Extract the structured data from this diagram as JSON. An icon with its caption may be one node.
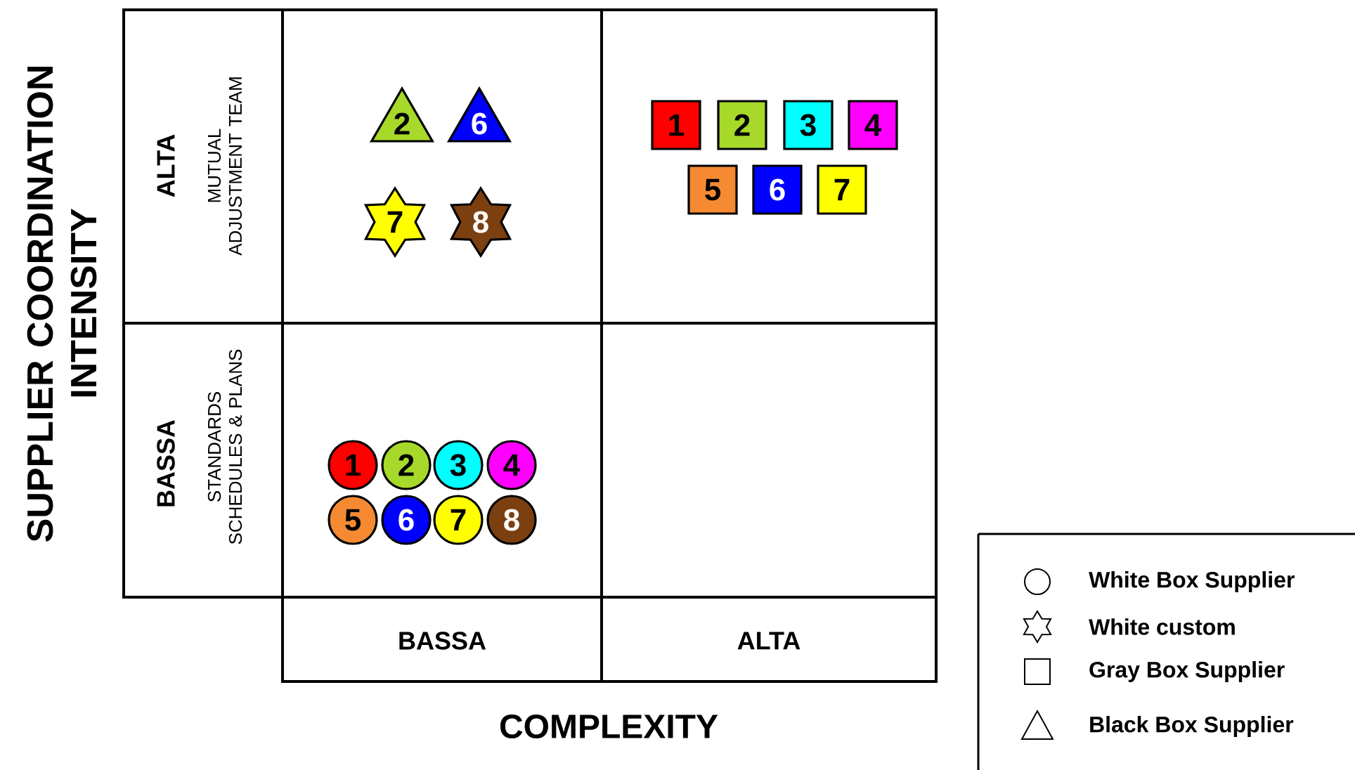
{
  "diagram": {
    "nodes": [
      {
        "text": [],
        "shape": "box"
      },
      {
        "text": [],
        "shape": "box"
      },
      {
        "text": [],
        "shape": "box"
      },
      {
        "text": [],
        "shape": "box"
      },
      {
        "text": [
          "2"
        ],
        "in": 0
      },
      {
        "text": [
          "6"
        ],
        "in": 0
      },
      {
        "text": [
          "7"
        ],
        "in": 0
      },
      {
        "text": [
          "8"
        ],
        "in": 0
      },
      {
        "text": [
          "1"
        ],
        "in": 1
      },
      {
        "text": [
          "2"
        ],
        "in": 1
      },
      {
        "text": [
          "3"
        ],
        "in": 1
      },
      {
        "text": [
          "4"
        ],
        "in": 1
      },
      {
        "text": [
          "5"
        ],
        "in": 1
      },
      {
        "text": [
          "6"
        ],
        "in": 1
      },
      {
        "text": [
          "7"
        ],
        "in": 1
      },
      {
        "text": [
          "1"
        ],
        "in": 2
      },
      {
        "text": [
          "2"
        ],
        "in": 2
      },
      {
        "text": [
          "3"
        ],
        "in": 2
      },
      {
        "text": [
          "4"
        ],
        "in": 2
      },
      {
        "text": [
          "5"
        ],
        "in": 2
      },
      {
        "text": [
          "6"
        ],
        "in": 2
      },
      {
        "text": [
          "7"
        ],
        "in": 2
      },
      {
        "text": [
          "8"
        ],
        "in": 2
      }
    ],
    "labels": [
      "SUPPLIER COORDINATION INTENSITY",
      "ALTA",
      "MUTUAL ADJUSTMENT TEAM",
      "BASSA",
      "STANDARDS SCHEDULES & PLANS",
      "BASSA",
      "ALTA",
      "COMPLEXITY"
    ],
    "legend": [
      {
        "text": "White Box Supplier"
      },
      {
        "text": "White custom"
      },
      {
        "text": "Gray Box Supplier"
      },
      {
        "text": "Black Box Supplier"
      }
    ]
  }
}
